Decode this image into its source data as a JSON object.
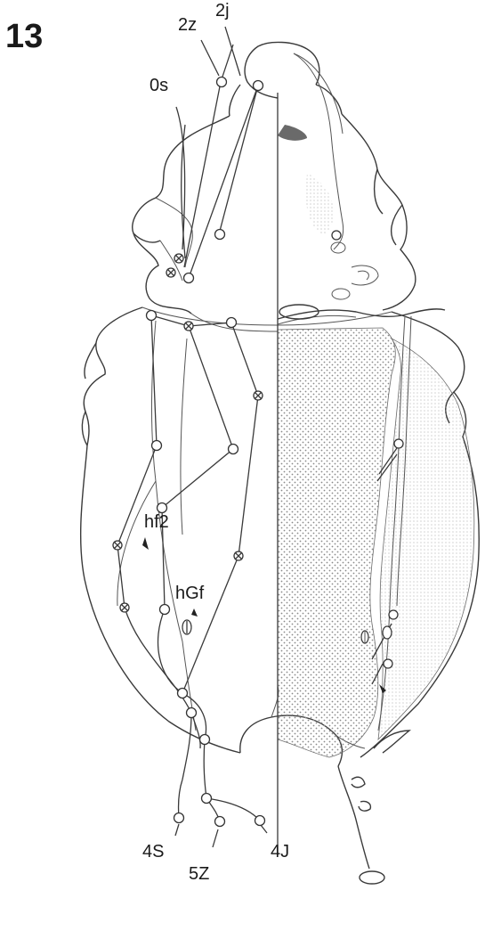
{
  "figure_number": "13",
  "labels": {
    "z2": "2z",
    "j2": "2j",
    "s0": "0s",
    "hf2": "hf2",
    "hGf": "hGf",
    "S4": "4S",
    "Z5": "5Z",
    "J4": "4J"
  },
  "colors": {
    "ink": "#333333",
    "stipple": "#8a8a8a",
    "background": "#ffffff"
  }
}
